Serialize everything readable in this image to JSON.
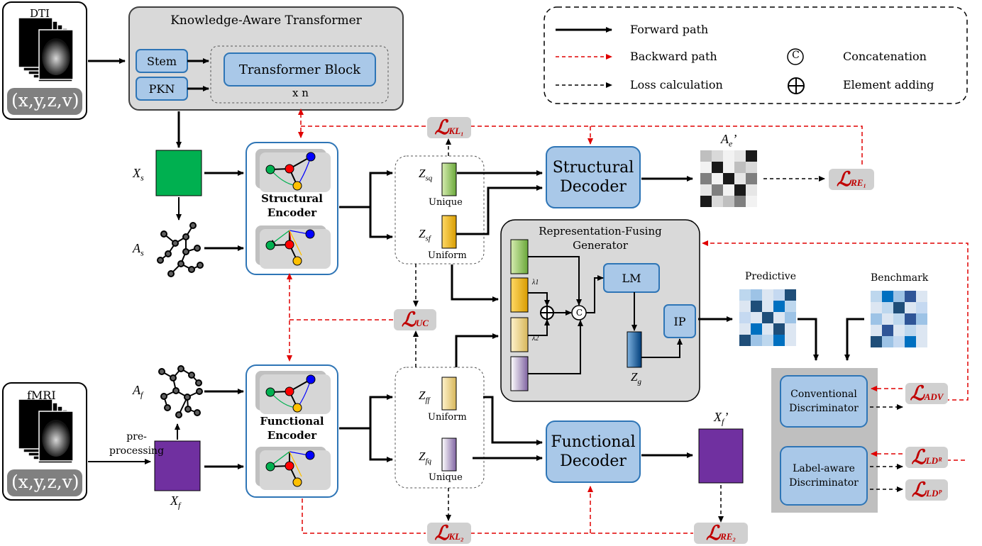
{
  "inputs": {
    "dti": {
      "title": "DTI",
      "coords": "(x,y,z,v)"
    },
    "fmri": {
      "title": "fMRI",
      "coords": "(x,y,z,v)"
    }
  },
  "transformer": {
    "title": "Knowledge-Aware Transformer",
    "stem": "Stem",
    "pkn": "PKN",
    "block": "Transformer Block",
    "repeat": "x n"
  },
  "legend": {
    "forward": "Forward path",
    "backward": "Backward path",
    "loss": "Loss calculation",
    "concat_symbol": "C",
    "concat": "Concatenation",
    "add_symbol": "⊕",
    "add": "Element adding"
  },
  "variables": {
    "xs": {
      "base": "X",
      "sub": "s"
    },
    "as": {
      "base": "A",
      "sub": "s"
    },
    "af": {
      "base": "A",
      "sub": "f"
    },
    "xf": {
      "base": "X",
      "sub": "f"
    },
    "zsq": {
      "base": "Z",
      "sub": "sq"
    },
    "zsf": {
      "base": "Z",
      "sub": "sf"
    },
    "zff": {
      "base": "Z",
      "sub": "ff"
    },
    "zfq": {
      "base": "Z",
      "sub": "fq"
    },
    "zg": {
      "base": "Z",
      "sub": "g"
    },
    "ae_prime": {
      "base": "A",
      "sub": "e",
      "prime": "’"
    },
    "xf_prime": {
      "base": "X",
      "sub": "f",
      "prime": "’"
    },
    "lambda1": "λ1",
    "lambda2": "λ2"
  },
  "encoders": {
    "structural": {
      "line1": "Structural",
      "line2": "Encoder"
    },
    "functional": {
      "line1": "Functional",
      "line2": "Encoder"
    }
  },
  "latent_tags": {
    "unique": "Unique",
    "uniform": "Uniform"
  },
  "decoders": {
    "structural": {
      "line1": "Structural",
      "line2": "Decoder"
    },
    "functional": {
      "line1": "Functional",
      "line2": "Decoder"
    }
  },
  "generator": {
    "title_line1": "Representation-Fusing",
    "title_line2": "Generator",
    "lm": "LM",
    "ip": "IP"
  },
  "preprocessing": {
    "line1": "pre-",
    "line2": "processing"
  },
  "matrices": {
    "predictive": "Predictive",
    "benchmark": "Benchmark"
  },
  "discriminators": {
    "conventional": {
      "line1": "Conventional",
      "line2": "Discriminator"
    },
    "label_aware": {
      "line1": "Label-aware",
      "line2": "Discriminator"
    }
  },
  "losses": {
    "kl1": {
      "symbol": "ℒ",
      "sub": "KL₁"
    },
    "kl2": {
      "symbol": "ℒ",
      "sub": "KL₂"
    },
    "re1": {
      "symbol": "ℒ",
      "sub": "RE₁"
    },
    "re2": {
      "symbol": "ℒ",
      "sub": "RE₂"
    },
    "uc": {
      "symbol": "ℒ",
      "sub": "UC"
    },
    "adv": {
      "symbol": "ℒ",
      "sub": "ADV"
    },
    "ldr": {
      "symbol": "ℒ",
      "sub": "LDᴿ"
    },
    "ldp": {
      "symbol": "ℒ",
      "sub": "LDᴾ"
    }
  },
  "colors": {
    "box_blue_fill": "#a9c8e8",
    "box_blue_border": "#2e75b6",
    "gray_panel": "#d9d9d9",
    "loss_red": "#c00000",
    "structural_green": "#00b050",
    "functional_purple": "#7030a0"
  }
}
